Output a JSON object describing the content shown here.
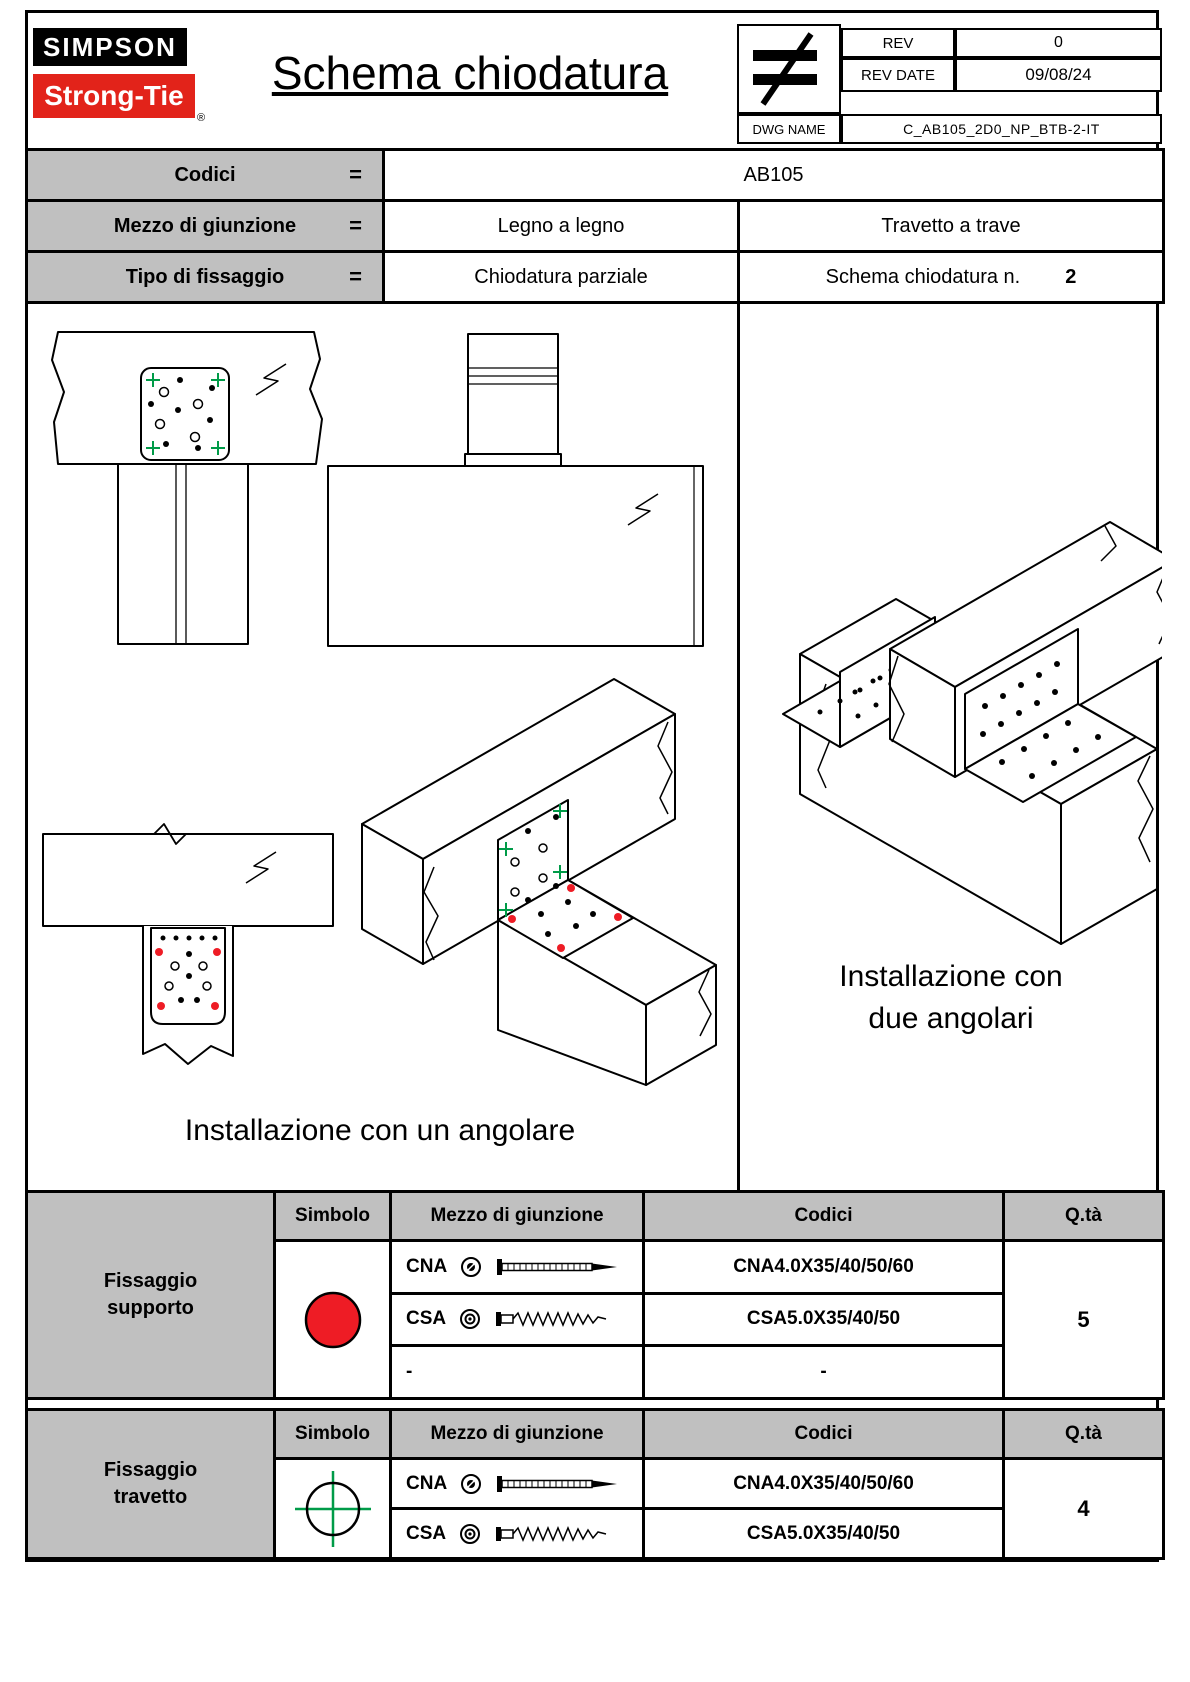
{
  "colors": {
    "logo_red": "#e2231a",
    "symbol_red": "#ee1c25",
    "marker_green": "#009b48",
    "header_gray": "#c0c0c0"
  },
  "header": {
    "logo_line1": "SIMPSON",
    "logo_line2": "Strong-Tie",
    "registered_mark": "®",
    "title": "Schema chiodatura",
    "rev_label": "REV",
    "rev_value": "0",
    "rev_date_label": "REV DATE",
    "rev_date_value": "09/08/24",
    "dwg_name_label": "DWG NAME",
    "dwg_name_value": "C_AB105_2D0_NP_BTB-2-IT"
  },
  "info": {
    "rows": [
      {
        "label": "Codici",
        "eq": "=",
        "value": "AB105"
      },
      {
        "label": "Mezzo di giunzione",
        "eq": "=",
        "value_left": "Legno a legno",
        "value_right": "Travetto a trave"
      },
      {
        "label": "Tipo di fissaggio",
        "eq": "=",
        "value_left": "Chiodatura parziale",
        "value_right_label": "Schema chiodatura n.",
        "value_right_number": "2"
      }
    ]
  },
  "drawings": {
    "caption_single": "Installazione con un angolare",
    "caption_double_line1": "Installazione con",
    "caption_double_line2": "due angolari"
  },
  "fastener_tables": [
    {
      "group_line1": "Fissaggio",
      "group_line2": "supporto",
      "headers": {
        "simbolo": "Simbolo",
        "mezzo": "Mezzo di giunzione",
        "codici": "Codici",
        "qta": "Q.tà"
      },
      "symbol": "red-filled-circle",
      "rows": [
        {
          "type": "CNA",
          "icon": "cna-logo-circle",
          "fastener_icon": "ring-shank-nail",
          "code": "CNA4.0X35/40/50/60"
        },
        {
          "type": "CSA",
          "icon": "csa-logo-circle",
          "fastener_icon": "wood-screw",
          "code": "CSA5.0X35/40/50"
        },
        {
          "type": "-",
          "code": "-"
        }
      ],
      "qty": "5"
    },
    {
      "group_line1": "Fissaggio",
      "group_line2": "travetto",
      "headers": {
        "simbolo": "Simbolo",
        "mezzo": "Mezzo di giunzione",
        "codici": "Codici",
        "qta": "Q.tà"
      },
      "symbol": "green-crosshair-circle",
      "rows": [
        {
          "type": "CNA",
          "icon": "cna-logo-circle",
          "fastener_icon": "ring-shank-nail",
          "code": "CNA4.0X35/40/50/60"
        },
        {
          "type": "CSA",
          "icon": "csa-logo-circle",
          "fastener_icon": "wood-screw",
          "code": "CSA5.0X35/40/50"
        }
      ],
      "qty": "4"
    }
  ]
}
